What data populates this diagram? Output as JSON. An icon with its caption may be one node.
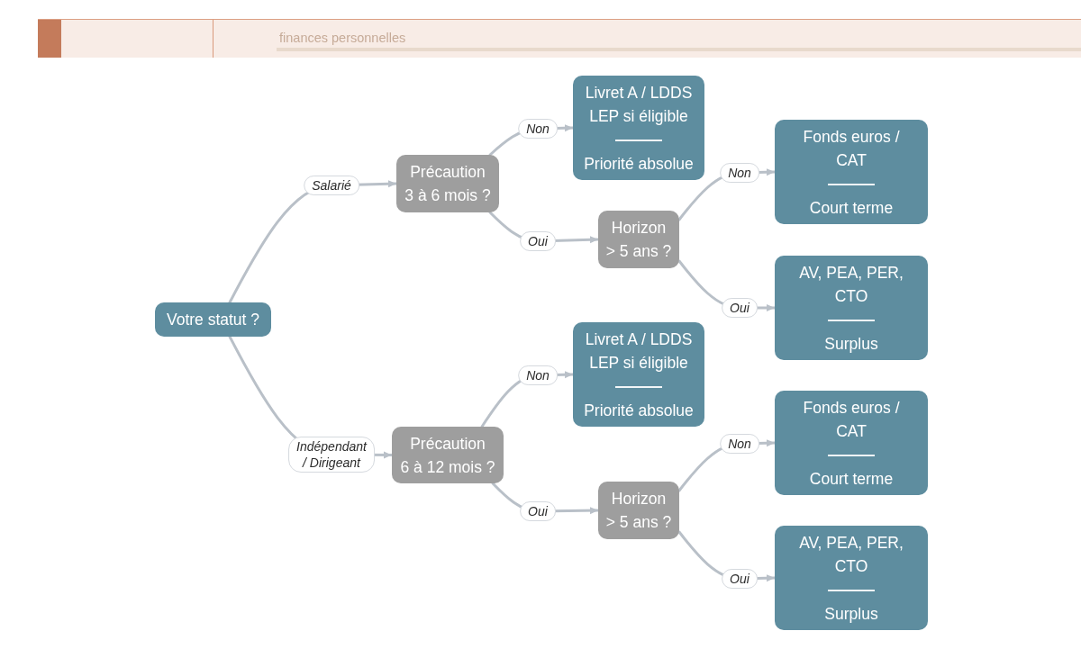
{
  "diagram": {
    "nodes": [
      {
        "text": [
          "Votre statut ?"
        ]
      },
      {
        "text": [
          "Précaution 3 à 6 mois ?"
        ]
      },
      {
        "text": [
          "Livret A / LDDS LEP si éligible",
          "Priorité absolue"
        ]
      },
      {
        "text": [
          "Horizon > 5 ans ?"
        ]
      },
      {
        "text": [
          "Fonds euros / CAT",
          "Court terme"
        ]
      },
      {
        "text": [
          "AV, PEA, PER, CTO",
          "Surplus"
        ]
      },
      {
        "text": [
          "Précaution 6 à 12 mois ?"
        ]
      },
      {
        "text": [
          "Livret A / LDDS LEP si éligible",
          "Priorité absolue"
        ]
      },
      {
        "text": [
          "Horizon > 5 ans ?"
        ]
      },
      {
        "text": [
          "Fonds euros / CAT",
          "Court terme"
        ]
      },
      {
        "text": [
          "AV, PEA, PER, CTO",
          "Surplus"
        ]
      }
    ],
    "edges": [
      {
        "from": 0,
        "to": 1,
        "arrow": "to",
        "label": "Salarié"
      },
      {
        "from": 0,
        "to": 6,
        "arrow": "to",
        "label": "Indépendant / Dirigeant"
      },
      {
        "from": 1,
        "to": 2,
        "arrow": "to",
        "label": "Non"
      },
      {
        "from": 1,
        "to": 3,
        "arrow": "to",
        "label": "Oui"
      },
      {
        "from": 3,
        "to": 4,
        "arrow": "to",
        "label": "Non"
      },
      {
        "from": 3,
        "to": 5,
        "arrow": "to",
        "label": "Oui"
      },
      {
        "from": 6,
        "to": 7,
        "arrow": "to",
        "label": "Non"
      },
      {
        "from": 6,
        "to": 8,
        "arrow": "to",
        "label": "Oui"
      },
      {
        "from": 8,
        "to": 9,
        "arrow": "to",
        "label": "Non"
      },
      {
        "from": 8,
        "to": 10,
        "arrow": "to",
        "label": "Oui"
      }
    ],
    "labels": [
      "finances personnelles"
    ]
  }
}
